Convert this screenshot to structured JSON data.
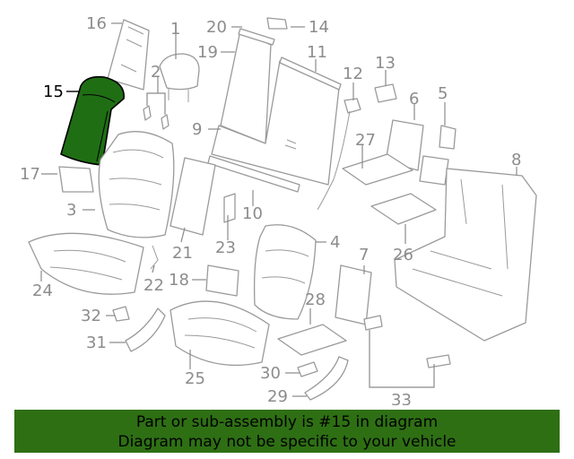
{
  "highlight": {
    "part_number": "15",
    "color": "#2e6f14",
    "fill": "#1f6e14"
  },
  "callouts": [
    {
      "id": "c1",
      "label": "1"
    },
    {
      "id": "c2",
      "label": "2"
    },
    {
      "id": "c3",
      "label": "3"
    },
    {
      "id": "c4",
      "label": "4"
    },
    {
      "id": "c5",
      "label": "5"
    },
    {
      "id": "c6",
      "label": "6"
    },
    {
      "id": "c7",
      "label": "7"
    },
    {
      "id": "c8",
      "label": "8"
    },
    {
      "id": "c9",
      "label": "9"
    },
    {
      "id": "c10",
      "label": "10"
    },
    {
      "id": "c11",
      "label": "11"
    },
    {
      "id": "c12",
      "label": "12"
    },
    {
      "id": "c13",
      "label": "13"
    },
    {
      "id": "c14",
      "label": "14"
    },
    {
      "id": "c15",
      "label": "15"
    },
    {
      "id": "c16",
      "label": "16"
    },
    {
      "id": "c17",
      "label": "17"
    },
    {
      "id": "c18",
      "label": "18"
    },
    {
      "id": "c19",
      "label": "19"
    },
    {
      "id": "c20",
      "label": "20"
    },
    {
      "id": "c21",
      "label": "21"
    },
    {
      "id": "c22",
      "label": "22"
    },
    {
      "id": "c23",
      "label": "23"
    },
    {
      "id": "c24",
      "label": "24"
    },
    {
      "id": "c25",
      "label": "25"
    },
    {
      "id": "c26",
      "label": "26"
    },
    {
      "id": "c27",
      "label": "27"
    },
    {
      "id": "c28",
      "label": "28"
    },
    {
      "id": "c29",
      "label": "29"
    },
    {
      "id": "c30",
      "label": "30"
    },
    {
      "id": "c31",
      "label": "31"
    },
    {
      "id": "c32",
      "label": "32"
    },
    {
      "id": "c33",
      "label": "33"
    }
  ],
  "banner": {
    "line1": "Part or sub-assembly is #15 in diagram",
    "line2": "Diagram may not be specific to your vehicle"
  }
}
